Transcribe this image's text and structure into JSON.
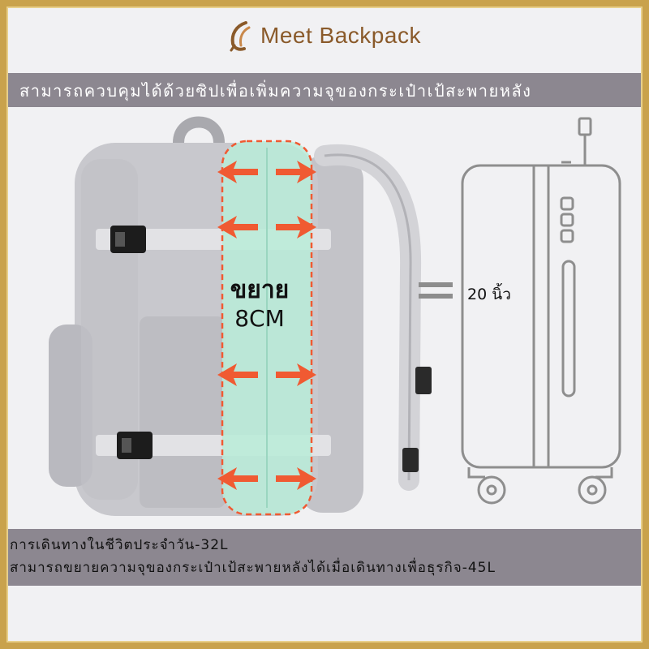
{
  "brand": {
    "name": "Meet Backpack",
    "color": "#8a5a2a"
  },
  "top_banner": {
    "text": "สามารถควบคุมได้ด้วยซิปเพื่อเพิ่มความจุของกระเป๋าเป้สะพายหลัง"
  },
  "feature_badge": {
    "line1": "ขยาย",
    "line2": "8CM"
  },
  "comparison": {
    "symbol": "equals-icon",
    "size_label": "20 นิ้ว"
  },
  "bottom_banner": {
    "line1": "การเดินทางในชีวิตประจำวัน-32L",
    "line2": "สามารถขยายความจุของกระเป๋าเป้สะพายหลังได้เมื่อเดินทางเพื่อธุรกิจ-45L"
  },
  "colors": {
    "frame": "#c9a24c",
    "banner": "#8c8790",
    "arrow": "#f05a32",
    "expansion": "#b8ecd8"
  }
}
